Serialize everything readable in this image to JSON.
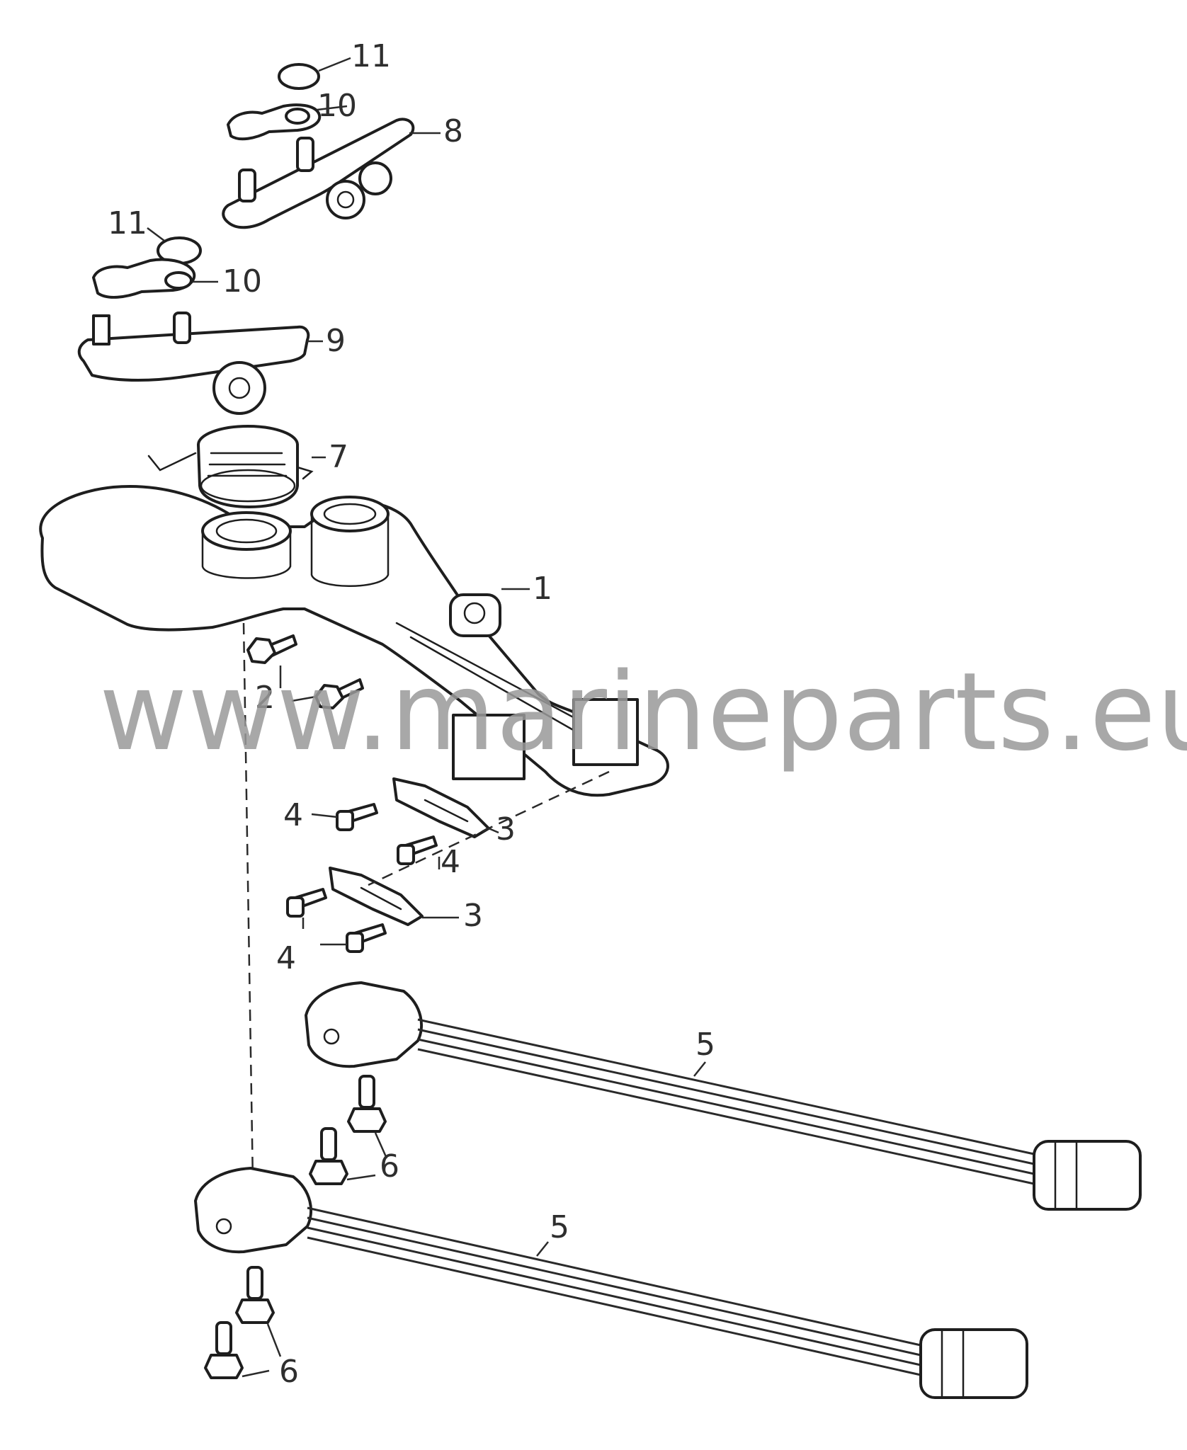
{
  "watermark": "www.marineparts.eu",
  "callouts": [
    {
      "id": "c11a",
      "text": "11"
    },
    {
      "id": "c10a",
      "text": "10"
    },
    {
      "id": "c8",
      "text": "8"
    },
    {
      "id": "c11b",
      "text": "11"
    },
    {
      "id": "c10b",
      "text": "10"
    },
    {
      "id": "c9",
      "text": "9"
    },
    {
      "id": "c7",
      "text": "7"
    },
    {
      "id": "c1",
      "text": "1"
    },
    {
      "id": "c2",
      "text": "2"
    },
    {
      "id": "c4a",
      "text": "4"
    },
    {
      "id": "c3a",
      "text": "3"
    },
    {
      "id": "c4b",
      "text": "4"
    },
    {
      "id": "c3b",
      "text": "3"
    },
    {
      "id": "c4c",
      "text": "4"
    },
    {
      "id": "c5a",
      "text": "5"
    },
    {
      "id": "c6a",
      "text": "6"
    },
    {
      "id": "c5b",
      "text": "5"
    },
    {
      "id": "c6b",
      "text": "6"
    }
  ]
}
